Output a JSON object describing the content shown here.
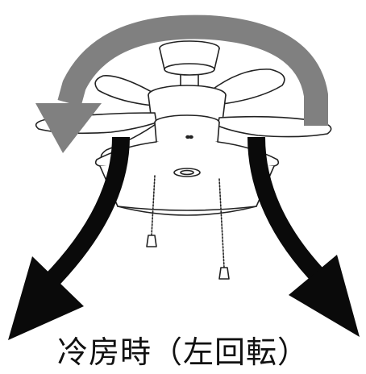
{
  "caption": "冷房時（左回転）",
  "colors": {
    "rotation_arrow": "#808080",
    "airflow_arrow": "#0a0a0a",
    "line": "#222222",
    "background": "#ffffff"
  },
  "icons": {
    "rotation": "counterclockwise-rotation-arrow",
    "airflow": "downward-airflow-arrow",
    "fan": "ceiling-fan-with-light"
  }
}
